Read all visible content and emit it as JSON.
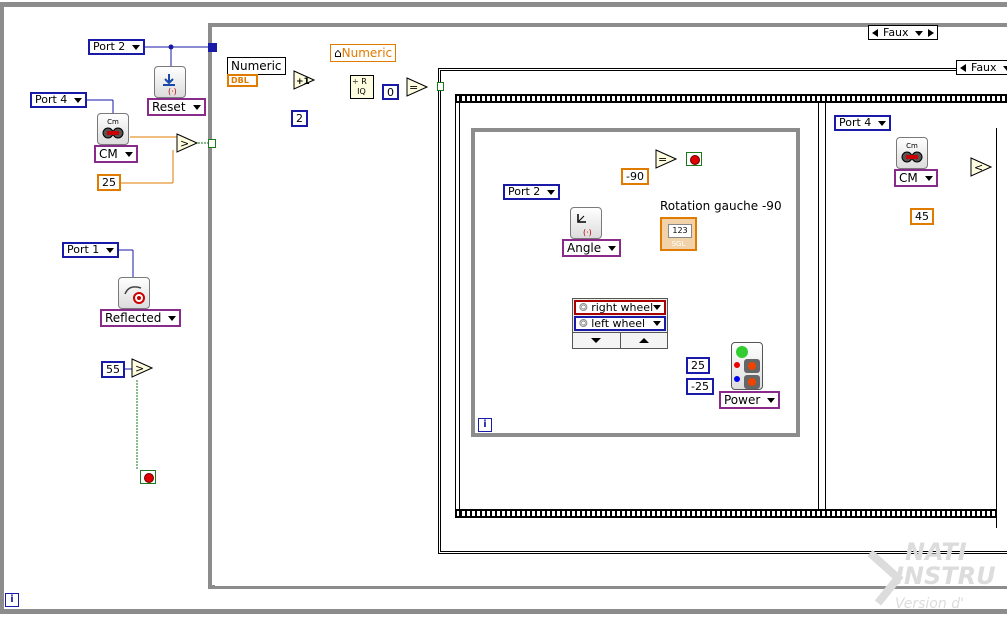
{
  "left_panel": {
    "port2_label": "Port 2",
    "reset_enum": "Reset",
    "port4_label": "Port 4",
    "cm_enum": "CM",
    "cm_icon_text": "Cm",
    "const_25": "25",
    "port1_label": "Port 1",
    "reflected_enum": "Reflected",
    "const_55": "55",
    "iteration_label": "i"
  },
  "outer_while": {
    "numeric_label": "Numeric",
    "dbl_badge": "DBL",
    "increment_label": "+1",
    "local_numeric_label": "Numeric",
    "const_2": "2",
    "const_0": "0",
    "case_selector": "Faux"
  },
  "inner_case": {
    "case_selector": "Faux",
    "sequence": {
      "port2_label": "Port 2",
      "angle_enum": "Angle",
      "const_minus90": "-90",
      "indicator_label": "Rotation gauche -90",
      "indicator_value": "123",
      "indicator_type": "SGL",
      "right_wheel": "right wheel",
      "left_wheel": "left wheel",
      "const_25": "25",
      "const_minus25": "-25",
      "power_enum": "Power",
      "iteration_label": "i"
    },
    "right_frame": {
      "port4_label": "Port 4",
      "cm_enum": "CM",
      "cm_icon_text": "Cm",
      "const_45": "45"
    }
  },
  "watermark": {
    "line1": "NATI",
    "line2": "INSTRU",
    "line3": "Version d'"
  },
  "colors": {
    "numeric_blue": "#1a1aa8",
    "dbl_orange": "#e07b00",
    "enum_purple": "#8a2a8a",
    "boolean_green": "#1a7a1a",
    "cluster_pink": "#e000e0",
    "wheel_brown": "#a0522d",
    "frame_gray": "#8c8c8c"
  }
}
